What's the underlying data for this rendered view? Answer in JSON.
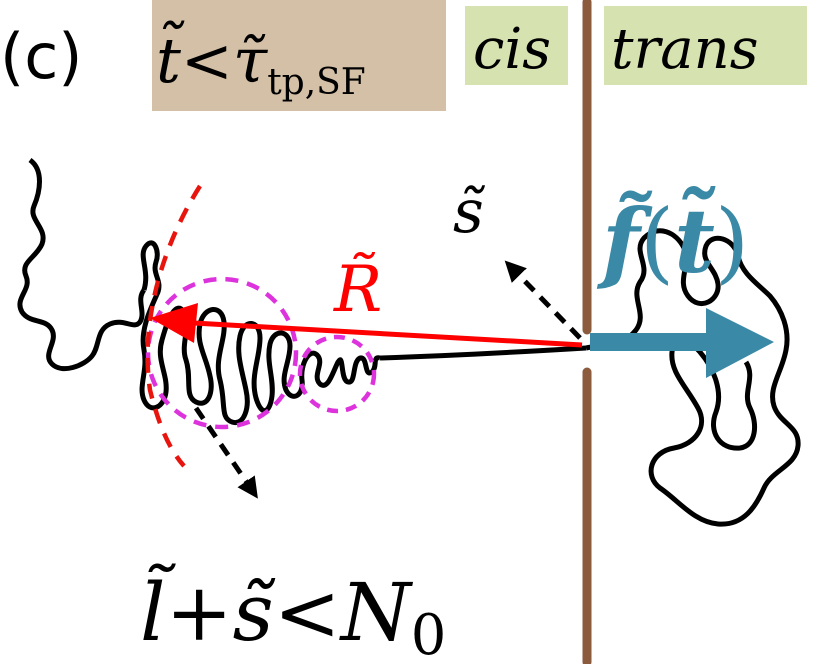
{
  "panel": {
    "label": "(c)"
  },
  "time_condition": {
    "t": "t̃",
    "lt": "<",
    "tau": "τ̃",
    "sub": "tp,SF",
    "box_color": "#d3c0a7"
  },
  "regions": {
    "cis_label": "cis",
    "trans_label": "trans",
    "box_color": "#d6e2b0"
  },
  "membrane": {
    "color": "#8c5a3c"
  },
  "force": {
    "label_f": "f̃",
    "label_open": "(",
    "label_t": "t̃",
    "label_close": ")",
    "color": "#3a89a6"
  },
  "vectors": {
    "R_label": "R̃",
    "R_color": "#ff0000",
    "s_label": "s̃"
  },
  "circles": {
    "color": "#dd33dd"
  },
  "front": {
    "color": "#e8140e"
  },
  "condition_bottom": {
    "l": "l̃",
    "plus": "+",
    "s": "s̃",
    "lt": "<",
    "N": "N",
    "sub": "0"
  }
}
